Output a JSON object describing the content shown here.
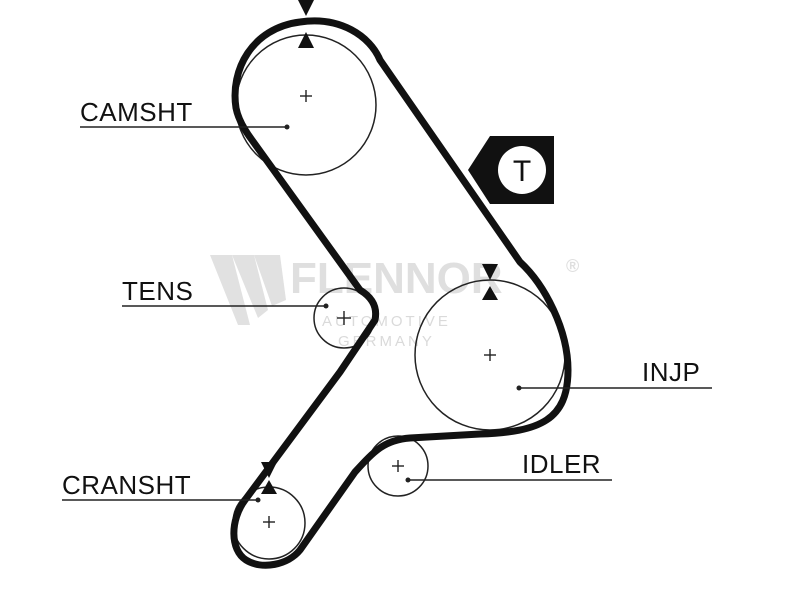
{
  "diagram": {
    "labels": {
      "camshaft": "CAMSHT",
      "tensioner": "TENS",
      "injection_pump": "INJP",
      "crankshaft": "CRANSHT",
      "idler": "IDLER"
    },
    "tension_marker": "T",
    "watermark": {
      "brand": "FLENNOR",
      "registered": "®",
      "line1": "AUTOMOTIVE",
      "line2": "GERMANY"
    },
    "colors": {
      "belt": "#111111",
      "pulley_outline": "#222222",
      "watermark": "#dcdcdc",
      "background": "#ffffff"
    }
  }
}
